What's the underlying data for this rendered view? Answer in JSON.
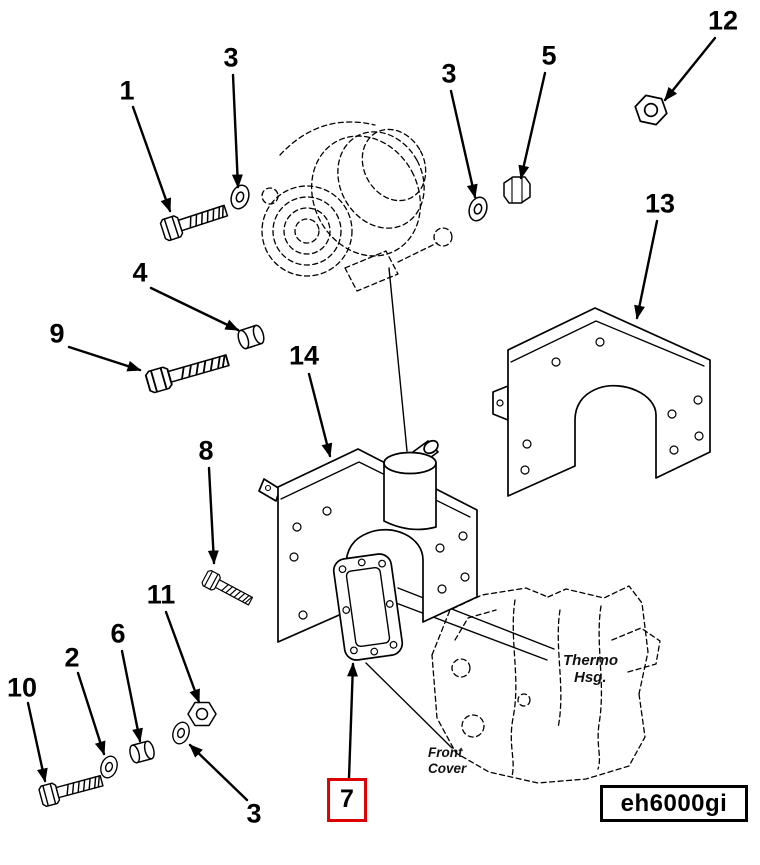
{
  "figure": {
    "code": "eh6000gi",
    "background": "#ffffff",
    "line_color": "#000000",
    "highlight_color": "#dd0000"
  },
  "callouts": [
    {
      "label": "1",
      "part": "hex-bolt"
    },
    {
      "label": "3",
      "part": "washer"
    },
    {
      "label": "3",
      "part": "washer"
    },
    {
      "label": "5",
      "part": "nut"
    },
    {
      "label": "12",
      "part": "hex-nut"
    },
    {
      "label": "13",
      "part": "support-bracket"
    },
    {
      "label": "4",
      "part": "spacer"
    },
    {
      "label": "9",
      "part": "hex-bolt"
    },
    {
      "label": "14",
      "part": "mounting-bracket"
    },
    {
      "label": "8",
      "part": "hex-bolt"
    },
    {
      "label": "11",
      "part": "hex-nut"
    },
    {
      "label": "6",
      "part": "spacer"
    },
    {
      "label": "2",
      "part": "washer"
    },
    {
      "label": "10",
      "part": "hex-bolt"
    },
    {
      "label": "3",
      "part": "washer"
    },
    {
      "label": "7",
      "part": "gasket",
      "highlighted": true
    }
  ],
  "labels": {
    "thermo_line1": "Thermo",
    "thermo_line2": "Hsg.",
    "front_line1": "Front",
    "front_line2": "Cover"
  }
}
